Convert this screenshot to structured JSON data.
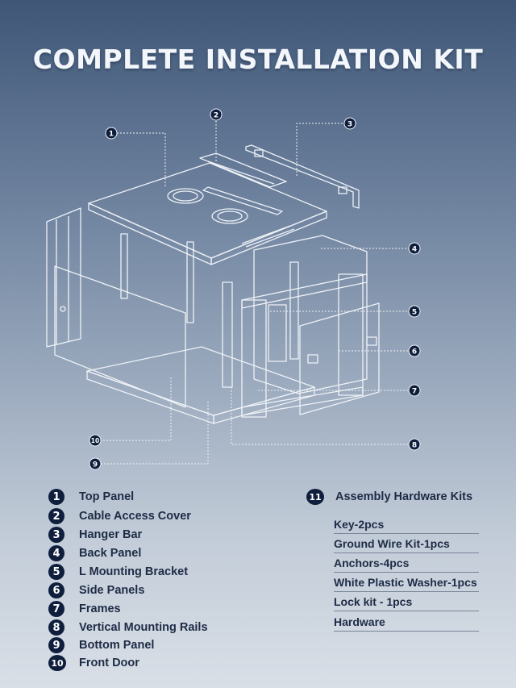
{
  "title": "COMPLETE INSTALLATION KIT",
  "colors": {
    "background_top": "#3f5677",
    "background_bottom": "#d9dfe7",
    "line": "#eef2f7",
    "callout_fill": "#0e1e3c",
    "text_dark": "#1d2b45"
  },
  "callouts": [
    "1",
    "2",
    "3",
    "4",
    "5",
    "6",
    "7",
    "8",
    "9",
    "10"
  ],
  "legend": [
    {
      "number": "1",
      "label": "Top Panel"
    },
    {
      "number": "2",
      "label": "Cable Access Cover"
    },
    {
      "number": "3",
      "label": "Hanger Bar"
    },
    {
      "number": "4",
      "label": "Back Panel"
    },
    {
      "number": "5",
      "label": "L Mounting Bracket"
    },
    {
      "number": "6",
      "label": "Side Panels"
    },
    {
      "number": "7",
      "label": "Frames"
    },
    {
      "number": "8",
      "label": "Vertical Mounting Rails"
    },
    {
      "number": "9",
      "label": "Bottom Panel"
    },
    {
      "number": "10",
      "label": "Front Door"
    }
  ],
  "hardware_kit": {
    "number": "11",
    "label": "Assembly Hardware Kits",
    "items": [
      "Key-2pcs",
      "Ground Wire Kit-1pcs",
      "Anchors-4pcs",
      "White Plastic Washer-1pcs",
      "Lock kit - 1pcs",
      "Hardware"
    ]
  }
}
